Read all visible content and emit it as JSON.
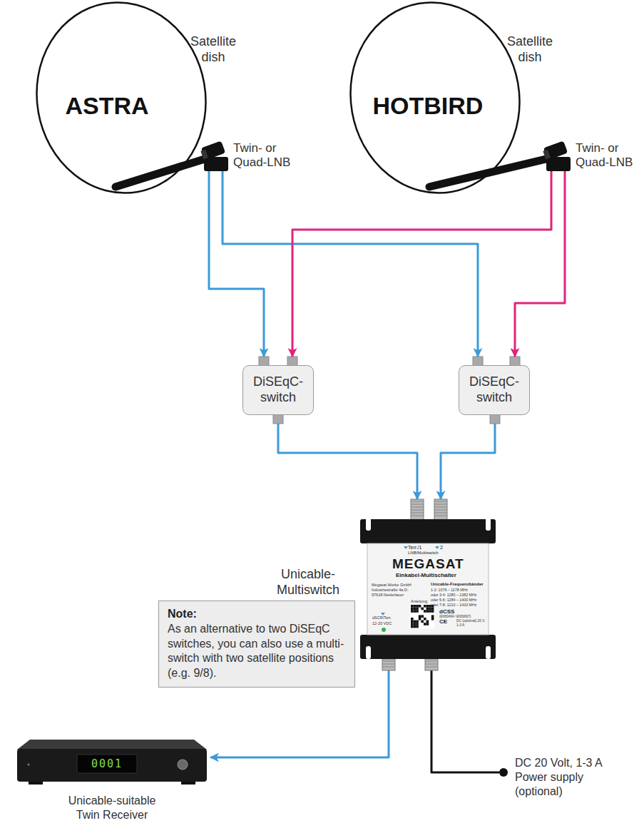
{
  "diagram": {
    "nodes": [
      {
        "text": [
          "ASTRA",
          "Satellite dish"
        ]
      },
      {
        "text": [
          "Twin- or Quad-LNB"
        ]
      },
      {
        "text": [
          "HOTBIRD",
          "Satellite dish"
        ]
      },
      {
        "text": [
          "Twin- or Quad-LNB"
        ]
      },
      {
        "text": [
          "DiSEqC- switch"
        ]
      },
      {
        "text": [
          "DiSEqC- switch"
        ]
      },
      {
        "text": [
          "Note:",
          "As an alternative to two DiSEqC switches, you can also use a multi-switch with two satellite positions (e.g. 9/8)."
        ]
      },
      {
        "text": [
          "Unicable- Multiswitch",
          "Terr./1",
          "2",
          "LNB/Multiswitch",
          "MEGASAT",
          "Einkabel-Multischalter",
          "Megasat Werke GmbH Industriestraße 4a D-97618 Niederlauer",
          "Unicable-Frequenzbänder",
          "1-2: 1076 – 1178 MHz",
          "oder 3-4: 1280 – 1382 MHz",
          "oder 5-6: 1284 – 1400 MHz",
          "oder 7-8: 1210 – 1420 MHz",
          "Anleitung",
          "dCSS",
          "(EN50494 / EN50607)",
          "CE",
          "DC (optional) 20 V, 1-3 A",
          "dSCR/Terr.",
          "12-20 VDC"
        ]
      },
      {
        "text": [
          "0001",
          "Unicable-suitable Twin Receiver"
        ]
      },
      {
        "text": [
          "DC 20 Volt, 1-3 A Power supply (optional)"
        ]
      }
    ],
    "edges": [
      {
        "from": 1,
        "to": 4,
        "arrow": "to"
      },
      {
        "from": 1,
        "to": 5,
        "arrow": "to"
      },
      {
        "from": 3,
        "to": 4,
        "arrow": "to"
      },
      {
        "from": 3,
        "to": 5,
        "arrow": "to"
      },
      {
        "from": 4,
        "to": 7,
        "arrow": "to"
      },
      {
        "from": 5,
        "to": 7,
        "arrow": "to"
      },
      {
        "from": 7,
        "to": 8,
        "arrow": "to"
      },
      {
        "from": 7,
        "to": 9,
        "arrow": "none"
      }
    ]
  }
}
